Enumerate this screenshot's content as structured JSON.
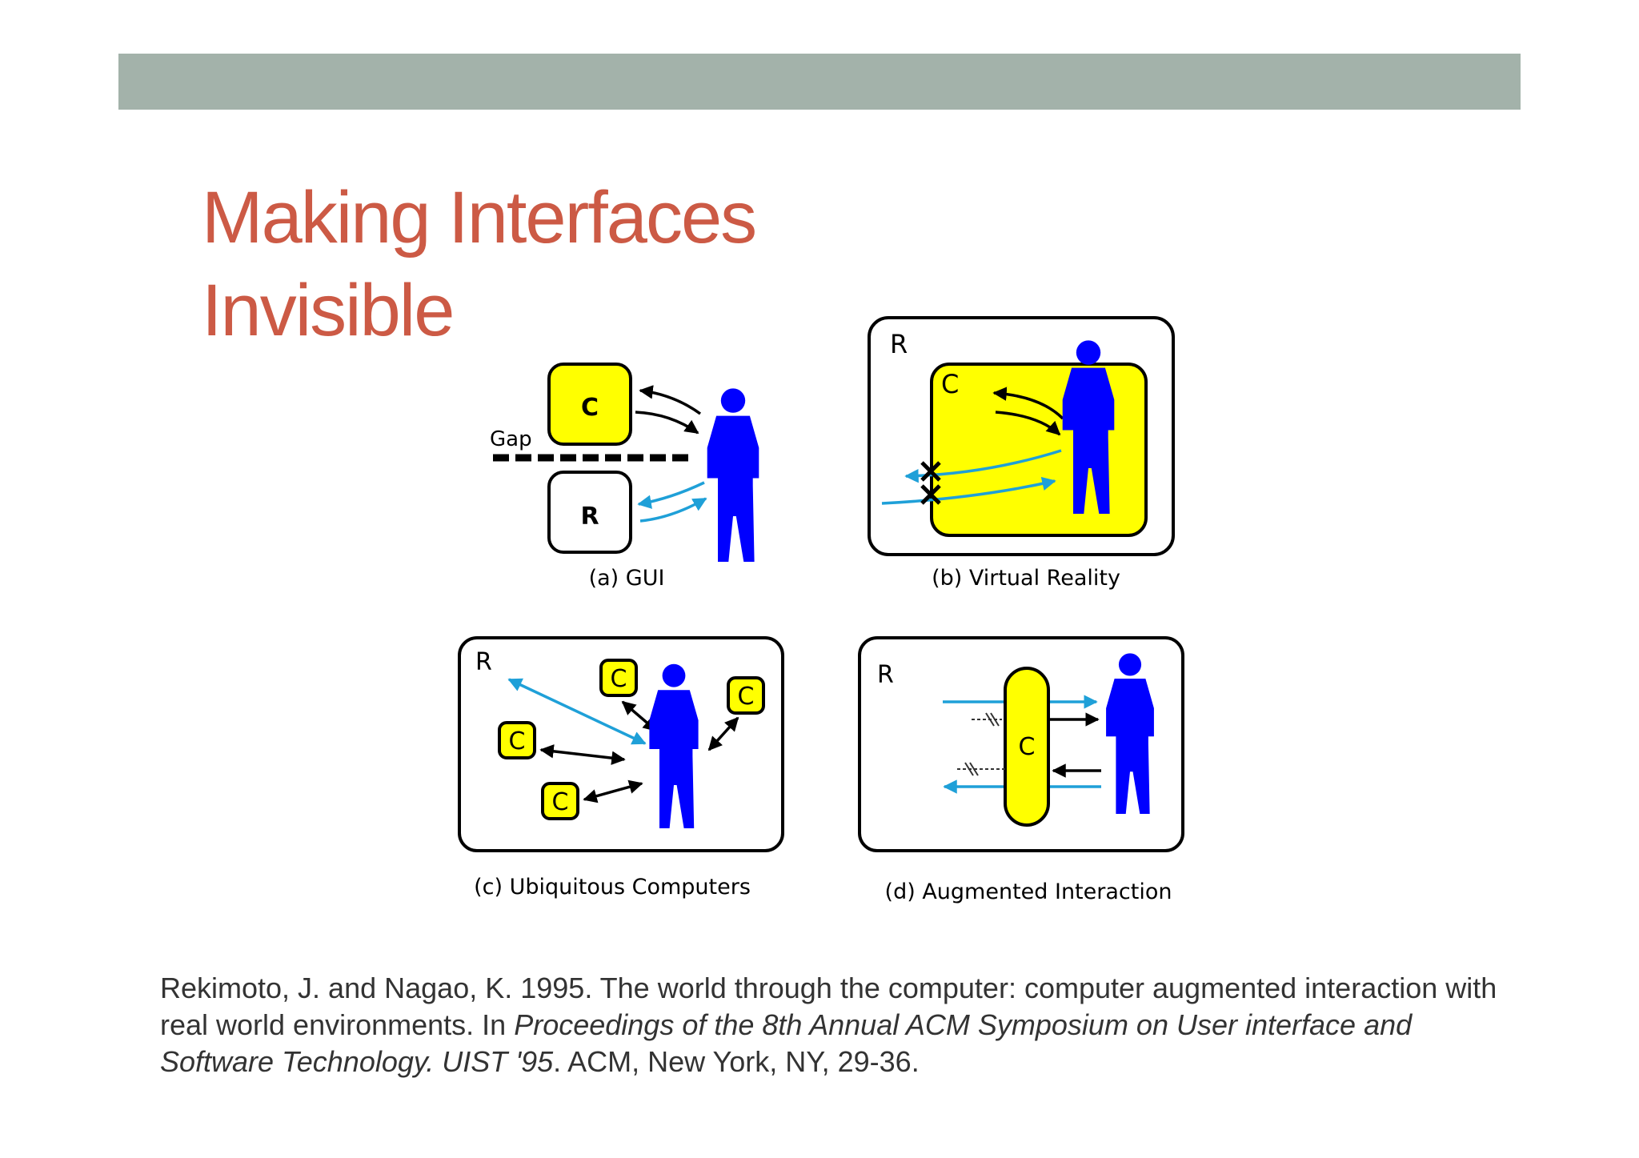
{
  "slide": {
    "title_line1": "Making Interfaces",
    "title_line2": "Invisible"
  },
  "figure": {
    "panel_a": {
      "caption": "(a) GUI",
      "computer_label": "C",
      "reality_label": "R",
      "gap_label": "Gap"
    },
    "panel_b": {
      "caption": "(b) Virtual Reality",
      "reality_label": "R",
      "computer_label": "C"
    },
    "panel_c": {
      "caption": "(c) Ubiquitous Computers",
      "reality_label": "R",
      "computer_label": "C"
    },
    "panel_d": {
      "caption": "(d) Augmented Interaction",
      "reality_label": "R",
      "computer_label": "C"
    },
    "colors": {
      "computer_fill": "#ffff00",
      "person": "#0000ff",
      "reality_arrow": "#1fa0d8",
      "outline": "#000000"
    }
  },
  "citation": {
    "part1": "Rekimoto, J. and Nagao, K. 1995. The world through the computer: computer augmented interaction with real world environments. In ",
    "part2_italic": "Proceedings of the 8th Annual ACM Symposium on User interface and Software Technology. UIST '95",
    "part3": ". ACM, New York, NY, 29-36."
  }
}
